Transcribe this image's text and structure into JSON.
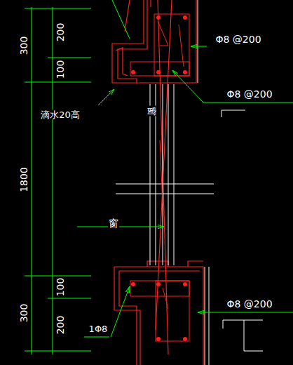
{
  "diagram": {
    "labels": [
      "300",
      "200",
      "100",
      "Φ8 @200",
      "Φ8 @200",
      "滴水20高",
      "窗",
      "1800",
      "窗",
      "100",
      "300",
      "200",
      "Φ8 @200",
      "1Φ8"
    ]
  }
}
